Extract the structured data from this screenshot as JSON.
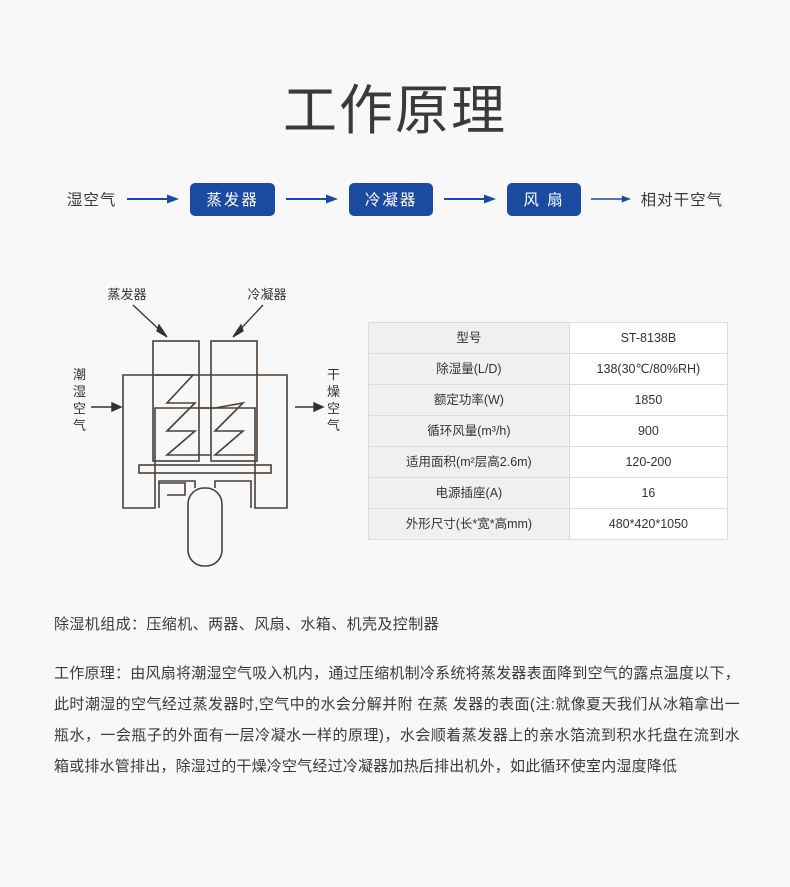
{
  "page": {
    "title": "工作原理",
    "background_color": "#f8f8f8",
    "accent_color": "#1b4ba0",
    "text_color": "#3a3a3a"
  },
  "flow": {
    "start_label": "湿空气",
    "end_label": "相对干空气",
    "steps": [
      {
        "label": "蒸发器"
      },
      {
        "label": "冷凝器"
      },
      {
        "label": "风 扇"
      }
    ],
    "arrow_icon": "right-arrow-icon"
  },
  "schematic": {
    "label_evaporator": "蒸发器",
    "label_condenser": "冷凝器",
    "label_inlet": "潮湿空气",
    "label_outlet": "干燥空气",
    "inlet_arrow_icon": "right-arrow-icon",
    "outlet_arrow_icon": "right-arrow-icon",
    "pointer_icon": "arrow-pointer-icon",
    "line_color": "#4a4039"
  },
  "spec_table": {
    "rows": [
      {
        "key": "型号",
        "value": "ST-8138B"
      },
      {
        "key": "除湿量(L/D)",
        "value": "138(30℃/80%RH)"
      },
      {
        "key": "额定功率(W)",
        "value": "1850"
      },
      {
        "key": "循环风量(m³/h)",
        "value": "900"
      },
      {
        "key": "适用面积(m²层高2.6m)",
        "value": "120-200"
      },
      {
        "key": "电源插座(A)",
        "value": "16"
      },
      {
        "key": "外形尺寸(长*宽*高mm)",
        "value": "480*420*1050"
      }
    ]
  },
  "description": {
    "composition": "除湿机组成：压缩机、两器、风扇、水箱、机壳及控制器",
    "principle": "工作原理：由风扇将潮湿空气吸入机内，通过压缩机制冷系统将蒸发器表面降到空气的露点温度以下，此时潮湿的空气经过蒸发器时,空气中的水会分解并附 在蒸 发器的表面(注:就像夏天我们从冰箱拿出一瓶水，一会瓶子的外面有一层冷凝水一样的原理)，水会顺着蒸发器上的亲水箔流到积水托盘在流到水箱或排水管排出，除湿过的干燥冷空气经过冷凝器加热后排出机外，如此循环使室内湿度降低"
  }
}
